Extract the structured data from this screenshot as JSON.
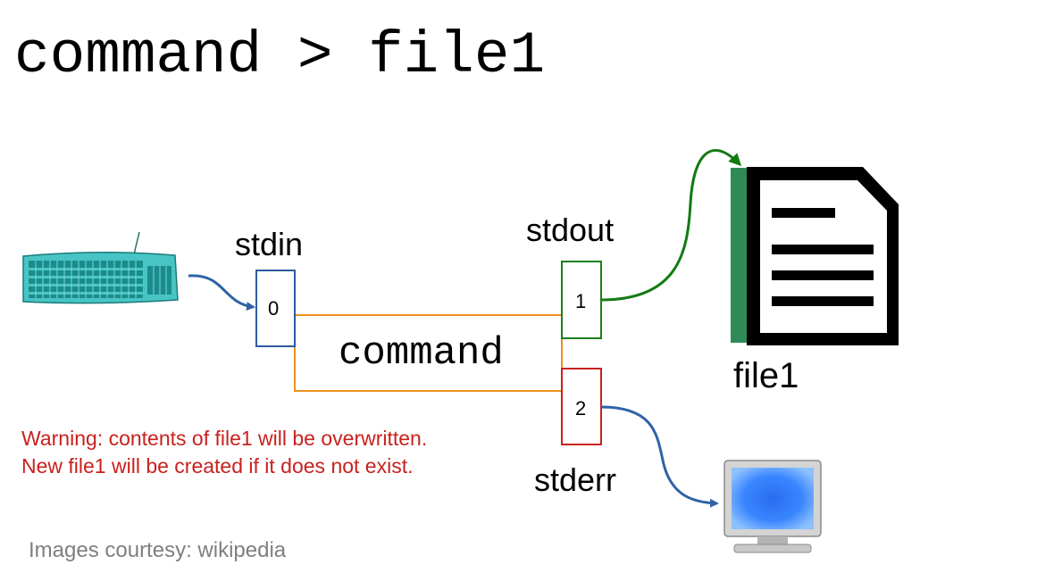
{
  "title": "command > file1",
  "labels": {
    "stdin": "stdin",
    "stdout": "stdout",
    "stderr": "stderr",
    "command": "command",
    "file": "file1"
  },
  "fds": {
    "stdin": "0",
    "stdout": "1",
    "stderr": "2"
  },
  "warning": {
    "line1": "Warning: contents of file1 will be overwritten.",
    "line2": "New file1 will be created if it does not exist."
  },
  "credit": "Images courtesy: wikipedia",
  "colors": {
    "stdin_box": "#2e5a9c",
    "stdout_box": "#1a7f1a",
    "stderr_box": "#c9211e",
    "process_lines": "#f0901e",
    "stdin_arrow": "#2f63a6",
    "stdout_arrow": "#137a13",
    "stderr_arrow": "#2f63a6",
    "warning_text": "#c9211e"
  },
  "icons": {
    "input": "keyboard-icon",
    "output": "document-icon",
    "error_output": "monitor-icon"
  }
}
